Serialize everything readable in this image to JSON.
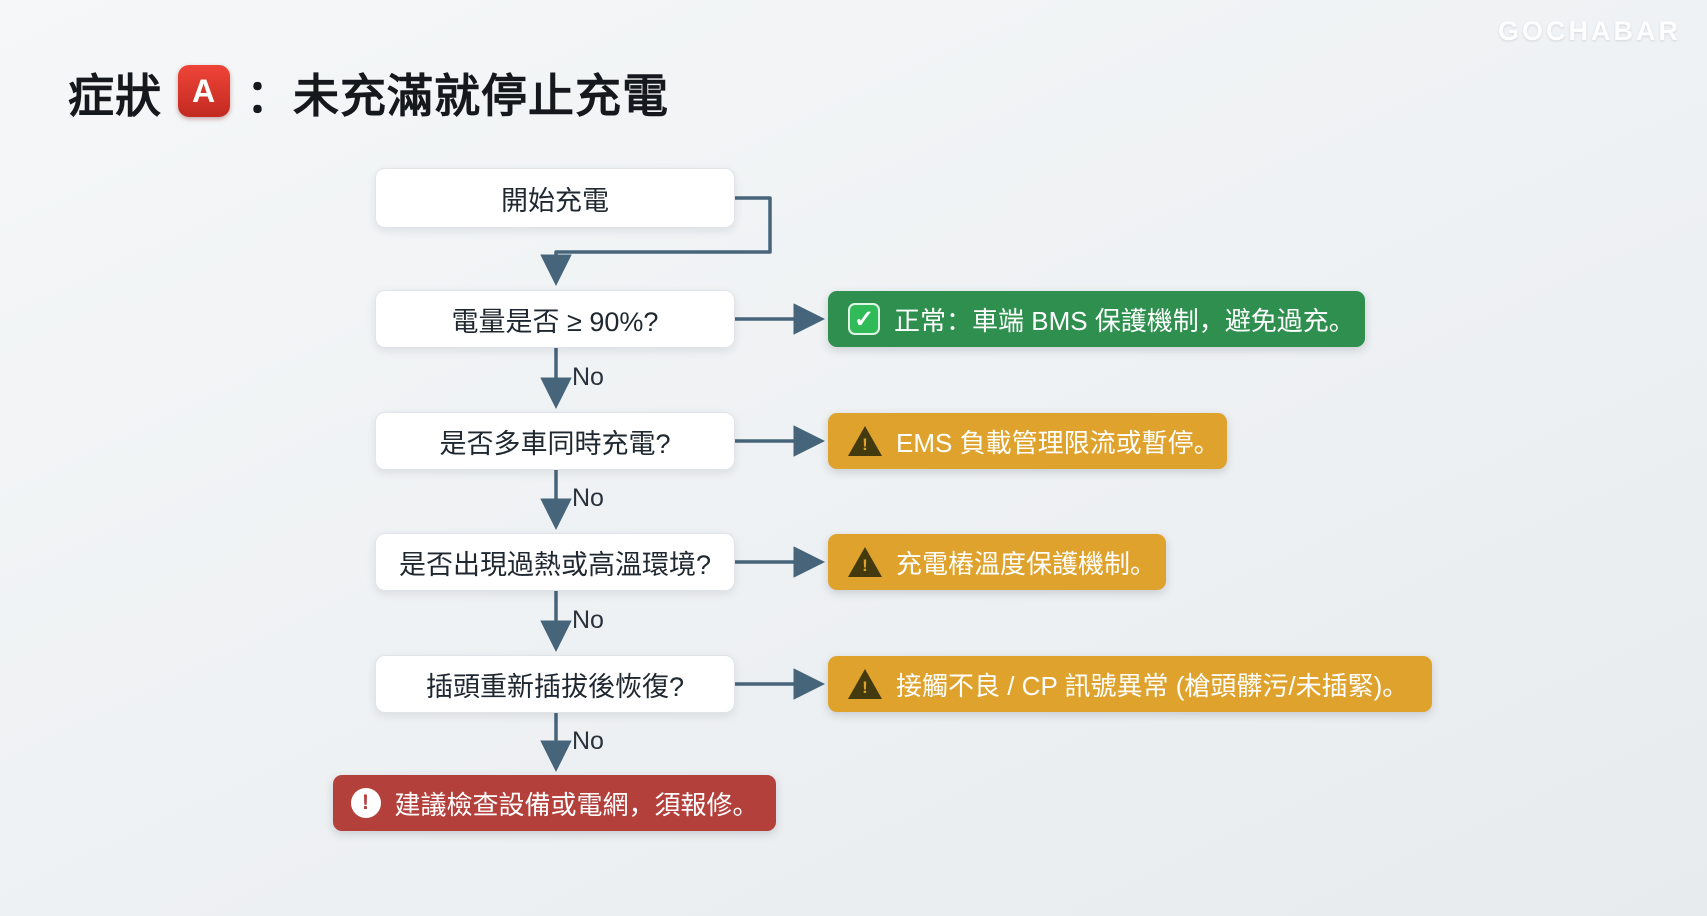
{
  "watermark": "GOCHABAR",
  "title": {
    "prefix": "症狀",
    "badge": "A",
    "suffix": "：未充滿就停止充電"
  },
  "flow": {
    "start_label": "開始充電",
    "decisions": [
      {
        "label": "電量是否 ≥ 90%?",
        "no_label": "No"
      },
      {
        "label": "是否多車同時充電?",
        "no_label": "No"
      },
      {
        "label": "是否出現過熱或高溫環境?",
        "no_label": "No"
      },
      {
        "label": "插頭重新插拔後恢復?",
        "no_label": "No"
      }
    ],
    "results": [
      {
        "type": "success",
        "icon": "check-icon",
        "text": "正常：車端 BMS 保護機制，避免過充。"
      },
      {
        "type": "warning",
        "icon": "warning-triangle-icon",
        "text": "EMS 負載管理限流或暫停。"
      },
      {
        "type": "warning",
        "icon": "warning-triangle-icon",
        "text": "充電樁溫度保護機制。"
      },
      {
        "type": "warning",
        "icon": "warning-triangle-icon",
        "text": "接觸不良 / CP 訊號異常 (槍頭髒污/未插緊)。"
      }
    ],
    "final": {
      "type": "error",
      "icon": "exclamation-circle-icon",
      "text": "建議檢查設備或電網，須報修。"
    }
  },
  "colors": {
    "success": "#2e8f4e",
    "warning": "#dfa32d",
    "error": "#b4403b",
    "arrow": "#46647a"
  }
}
